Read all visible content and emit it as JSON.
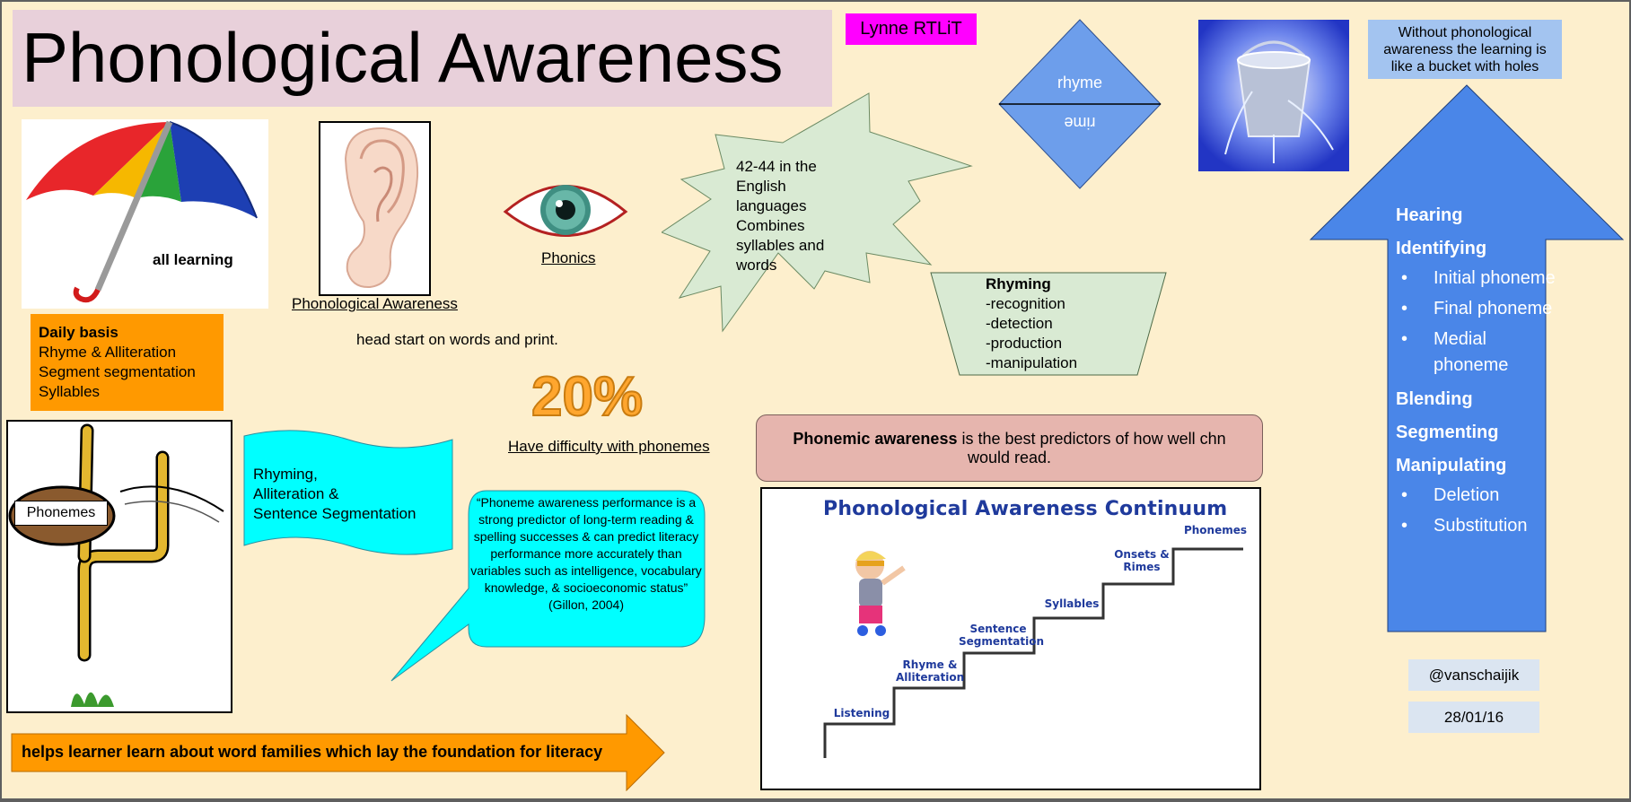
{
  "title": "Phonological Awareness",
  "author_badge": "Lynne RTLiT",
  "umbrella_label": "all learning",
  "ear_caption": "Phonological Awareness",
  "eye_caption": "Phonics",
  "daily_box": {
    "heading": "Daily basis",
    "lines": [
      "Rhyme & Alliteration",
      "Segment segmentation",
      "Syllables"
    ]
  },
  "head_start_text": "head start on words and print.",
  "percentage": "20%",
  "percentage_caption": "Have difficulty with phonemes",
  "phonemes_label": "Phonemes",
  "wave_text": [
    "Rhyming,",
    "Alliteration &",
    "Sentence Segmentation"
  ],
  "gillon_quote": "“Phoneme awareness performance is a strong predictor of long-term reading & spelling successes & can predict literacy performance more accurately than variables such as intelligence, vocabulary knowledge, & socioeconomic status” (Gillon, 2004)",
  "bottom_arrow_text": "helps learner learn about word families which lay the foundation for literacy",
  "star_text": [
    "42-44 in the",
    "English",
    "languages",
    "Combines",
    "syllables and",
    "words"
  ],
  "rhyme_diamond": {
    "top": "rhyme",
    "bottom": "rime"
  },
  "rhyming_box": {
    "heading": "Rhyming",
    "lines": [
      "-recognition",
      "-detection",
      "-production",
      "-manipulation"
    ]
  },
  "phonemic_box": {
    "bold": "Phonemic awareness",
    "rest": " is the best predictors of how well chn would read."
  },
  "continuum": {
    "title": "Phonological Awareness Continuum",
    "steps": [
      "Listening",
      "Rhyme & Alliteration",
      "Sentence Segmentation",
      "Syllables",
      "Onsets & Rimes",
      "Phonemes"
    ]
  },
  "bucket_caption": "Without phonological awareness the learning is like a bucket with holes",
  "arrow_list": {
    "hearing": "Hearing",
    "identifying": "Identifying",
    "identifying_items": [
      "Initial phoneme",
      "Final phoneme",
      "Medial phoneme"
    ],
    "blending": "Blending",
    "segmenting": "Segmenting",
    "manipulating": "Manipulating",
    "manipulating_items": [
      "Deletion",
      "Substitution"
    ]
  },
  "handle": "@vanschaijik",
  "date": "28/01/16",
  "colors": {
    "slide_bg": "#fdefcd",
    "title_bg": "#e8d0da",
    "author_bg": "#ff00ff",
    "orange": "#ff9900",
    "cyan": "#00ffff",
    "pale_green": "#d9ead3",
    "blue_shape": "#4a86e8",
    "phonemic_bg": "#e6b5ae"
  }
}
